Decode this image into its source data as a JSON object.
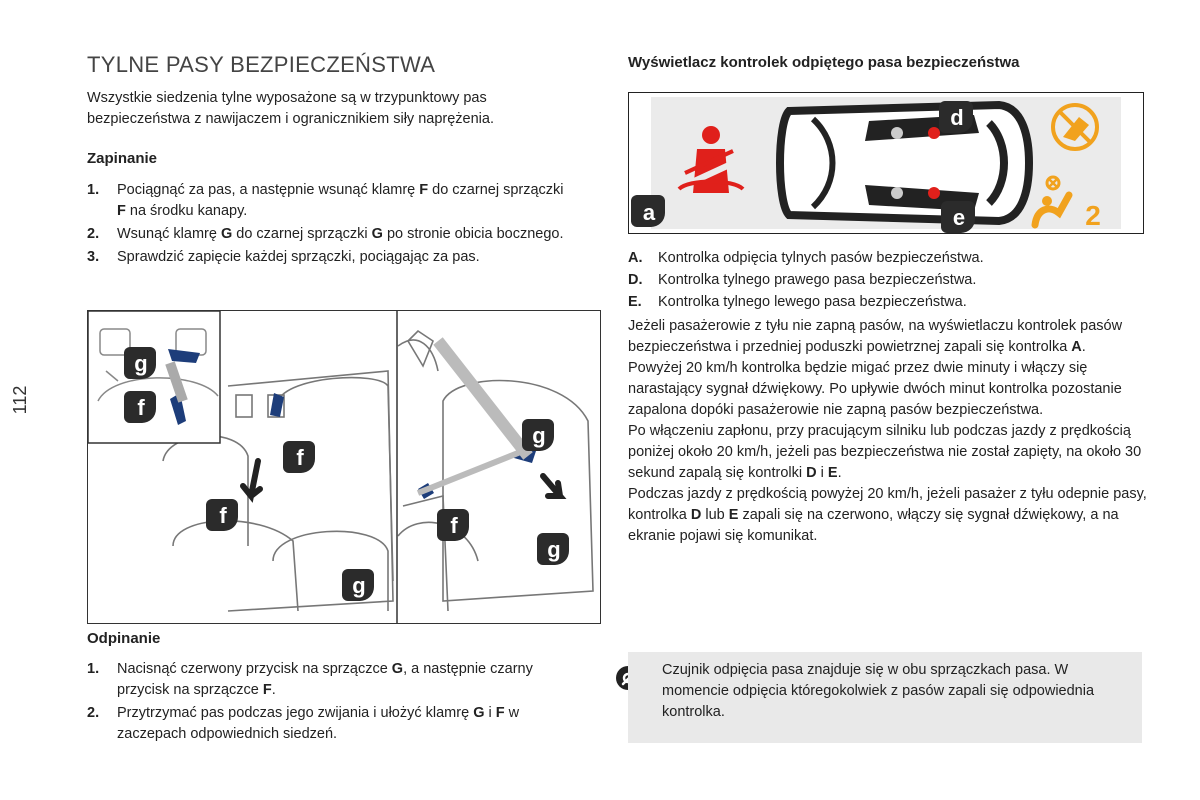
{
  "page_number": "112",
  "left": {
    "title": "TYLNE PASY BEZPIECZEŃSTWA",
    "intro": "Wszystkie siedzenia tylne wyposażone są w trzypunktowy pas bezpieczeństwa z nawijaczem i ogranicznikiem siły naprężenia.",
    "fasten_heading": "Zapinanie",
    "fasten_steps": [
      {
        "num": "1.",
        "pre": "Pociągnąć za pas, a następnie wsunąć klamrę ",
        "b1": "F",
        "mid": " do czarnej sprzączki ",
        "b2": "F",
        "post": " na środku kanapy."
      },
      {
        "num": "2.",
        "pre": "Wsunąć klamrę ",
        "b1": "G",
        "mid": " do czarnej sprzączki ",
        "b2": "G",
        "post": " po stronie obicia bocznego."
      },
      {
        "num": "3.",
        "pre": "Sprawdzić zapięcie każdej sprzączki, pociągając za pas.",
        "b1": "",
        "mid": "",
        "b2": "",
        "post": ""
      }
    ],
    "illustration_labels": {
      "f": "f",
      "g": "g"
    },
    "unfasten_heading": "Odpinanie",
    "unfasten_steps": [
      {
        "num": "1.",
        "pre": "Nacisnąć czerwony przycisk na sprzączce ",
        "b1": "G",
        "mid": ", a następnie czarny przycisk na sprzączce ",
        "b2": "F",
        "post": "."
      },
      {
        "num": "2.",
        "pre": "Przytrzymać pas podczas jego zwijania i ułożyć klamrę ",
        "b1": "G",
        "mid": " i ",
        "b2": "F",
        "post": " w zaczepach odpowiednich siedzeń."
      }
    ]
  },
  "right": {
    "heading": "Wyświetlacz kontrolek odpiętego pasa bezpieczeństwa",
    "dash_labels": {
      "a": "a",
      "d": "d",
      "e": "e",
      "airbag_num": "2"
    },
    "legend": [
      {
        "key": "A.",
        "text": "Kontrolka odpięcia tylnych pasów bezpieczeństwa."
      },
      {
        "key": "D.",
        "text": "Kontrolka tylnego prawego pasa bezpieczeństwa."
      },
      {
        "key": "E.",
        "text": "Kontrolka tylnego lewego pasa bezpieczeństwa."
      }
    ],
    "paragraphs": [
      {
        "pre": "Jeżeli pasażerowie z tyłu nie zapną pasów, na wyświetlaczu kontrolek pasów bezpieczeństwa i przedniej poduszki powietrznej zapali się kontrolka ",
        "b1": "A",
        "mid": ".",
        "b2": "",
        "post": ""
      },
      {
        "pre": "Powyżej 20 km/h kontrolka będzie migać przez dwie minuty i włączy się narastający sygnał dźwiękowy. Po upływie dwóch minut kontrolka pozostanie zapalona dopóki pasażerowie nie zapną pasów bezpieczeństwa.",
        "b1": "",
        "mid": "",
        "b2": "",
        "post": ""
      },
      {
        "pre": "Po włączeniu zapłonu, przy pracującym silniku lub podczas jazdy z prędkością poniżej około 20 km/h, jeżeli pas bezpieczeństwa nie został zapięty, na około 30 sekund zapalą się kontrolki ",
        "b1": "D",
        "mid": " i ",
        "b2": "E",
        "post": "."
      },
      {
        "pre": "Podczas jazdy z prędkością powyżej 20 km/h, jeżeli pasażer z tyłu odepnie pasy, kontrolka ",
        "b1": "D",
        "mid": " lub ",
        "b2": "E",
        "post": " zapali się na czerwono, włączy się sygnał dźwiękowy, a na ekranie pojawi się komunikat."
      }
    ],
    "note": "Czujnik odpięcia pasa znajduje się w obu sprzączkach pasa. W momencie odpięcia któregokolwiek z pasów zapali się odpowiednia kontrolka."
  }
}
